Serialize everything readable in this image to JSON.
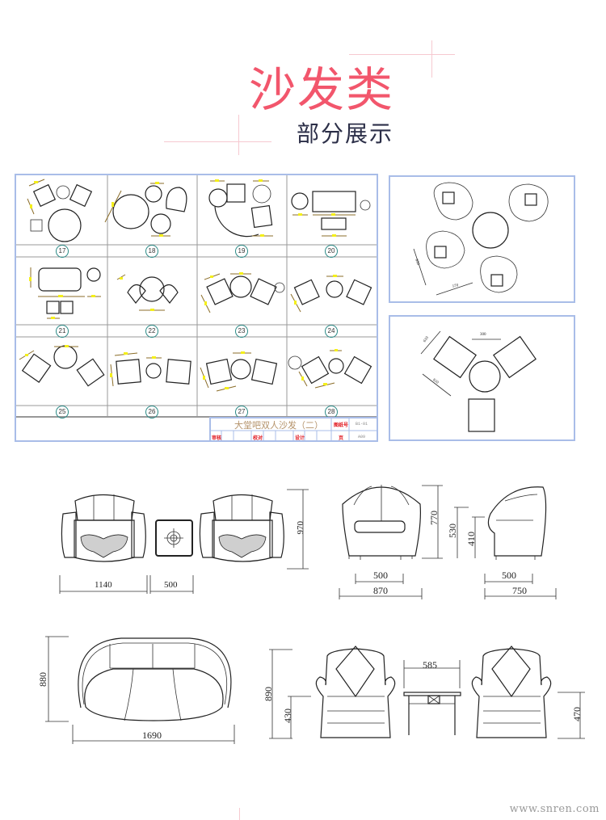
{
  "header": {
    "title": "沙发类",
    "subtitle": "部分展示",
    "accent_color": "#f2566c",
    "subtitle_color": "#2c2f48",
    "deco_line_color": "#f6c9d0"
  },
  "cad_sheet": {
    "frame_color": "#a9bde8",
    "cells": [
      {
        "number": "17"
      },
      {
        "number": "18"
      },
      {
        "number": "19"
      },
      {
        "number": "20"
      },
      {
        "number": "21"
      },
      {
        "number": "22"
      },
      {
        "number": "23"
      },
      {
        "number": "24"
      },
      {
        "number": "25"
      },
      {
        "number": "26"
      },
      {
        "number": "27"
      },
      {
        "number": "28"
      }
    ],
    "title_block": {
      "drawing_title": "大堂吧双人沙发（二）",
      "drawing_no_label": "图纸号",
      "drawing_no_value": "B1-01",
      "page_label": "页",
      "page_value": "A09",
      "row_labels": [
        "审核",
        "校对",
        "设计"
      ]
    }
  },
  "panels": {
    "top_right_plan": {
      "dims": [
        "850",
        "570"
      ]
    },
    "bottom_right_plan": {
      "dims": [
        "300",
        "610",
        "810"
      ]
    }
  },
  "drawings": {
    "armchair_pair_plan": {
      "width_label": "1140",
      "table_label": "500",
      "depth_label": "970"
    },
    "tub_chair_front": {
      "seat_label": "500",
      "width_label": "870",
      "height_label": "770"
    },
    "tub_chair_side": {
      "seat_label": "500",
      "depth_label": "750",
      "back_label": "530",
      "seat_height_label": "410"
    },
    "two_seat_sofa_plan": {
      "width_label": "1690",
      "depth_label": "880"
    },
    "armchair_table_elevation": {
      "height_label": "890",
      "seat_label": "430",
      "table_label": "585",
      "table_height_label": "470"
    }
  },
  "watermark": "www.snren.com"
}
